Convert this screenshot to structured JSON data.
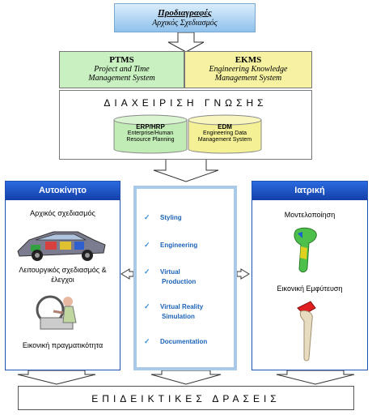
{
  "top": {
    "title": "Προδιαγραφές",
    "subtitle": "Αρχικός Σχεδιασμός"
  },
  "ptms": {
    "title": "PTMS",
    "line1": "Project and Time",
    "line2": "Management System"
  },
  "ekms": {
    "title": "EKMS",
    "line1": "Engineering Knowledge",
    "line2": "Management System"
  },
  "knowledge": {
    "title": "ΔΙΑΧΕΙΡΙΣΗ ΓΝΩΣΗΣ",
    "erp": {
      "title": "ERP/HRP",
      "line1": "Enterprise/Human",
      "line2": "Resource Planning"
    },
    "edm": {
      "title": "EDM",
      "line1": "Engineering Data",
      "line2": "Management System"
    }
  },
  "auto": {
    "header": "Αυτοκίνητο",
    "label1": "Αρχικός σχεδιασμός",
    "label2": "Λειτουργικός σχεδιασμός &",
    "label3": "έλεγχοι",
    "label4": "Εικονική πραγματικότητα"
  },
  "center": {
    "items": [
      {
        "l1": "Styling",
        "l2": ""
      },
      {
        "l1": "Engineering",
        "l2": ""
      },
      {
        "l1": "Virtual",
        "l2": "Production"
      },
      {
        "l1": "Virtual Reality",
        "l2": "Simulation"
      },
      {
        "l1": "Documentation",
        "l2": ""
      }
    ]
  },
  "medical": {
    "header": "Ιατρική",
    "label1": "Μοντελοποίηση",
    "label2": "Εικονική Εμφύτευση"
  },
  "bottom": {
    "title": "ΕΠΙΔΕΙΚΤΙΚΕΣ ΔΡΑΣΕΙΣ"
  },
  "colors": {
    "top_box": "#a9d0f0",
    "ptms": "#c8f0c0",
    "ekms": "#f6f2a2",
    "header_blue": "#1a56c8",
    "border_blue": "#2050b0",
    "cyl_green": "#c2ecb6",
    "cyl_yellow": "#f4f096"
  }
}
